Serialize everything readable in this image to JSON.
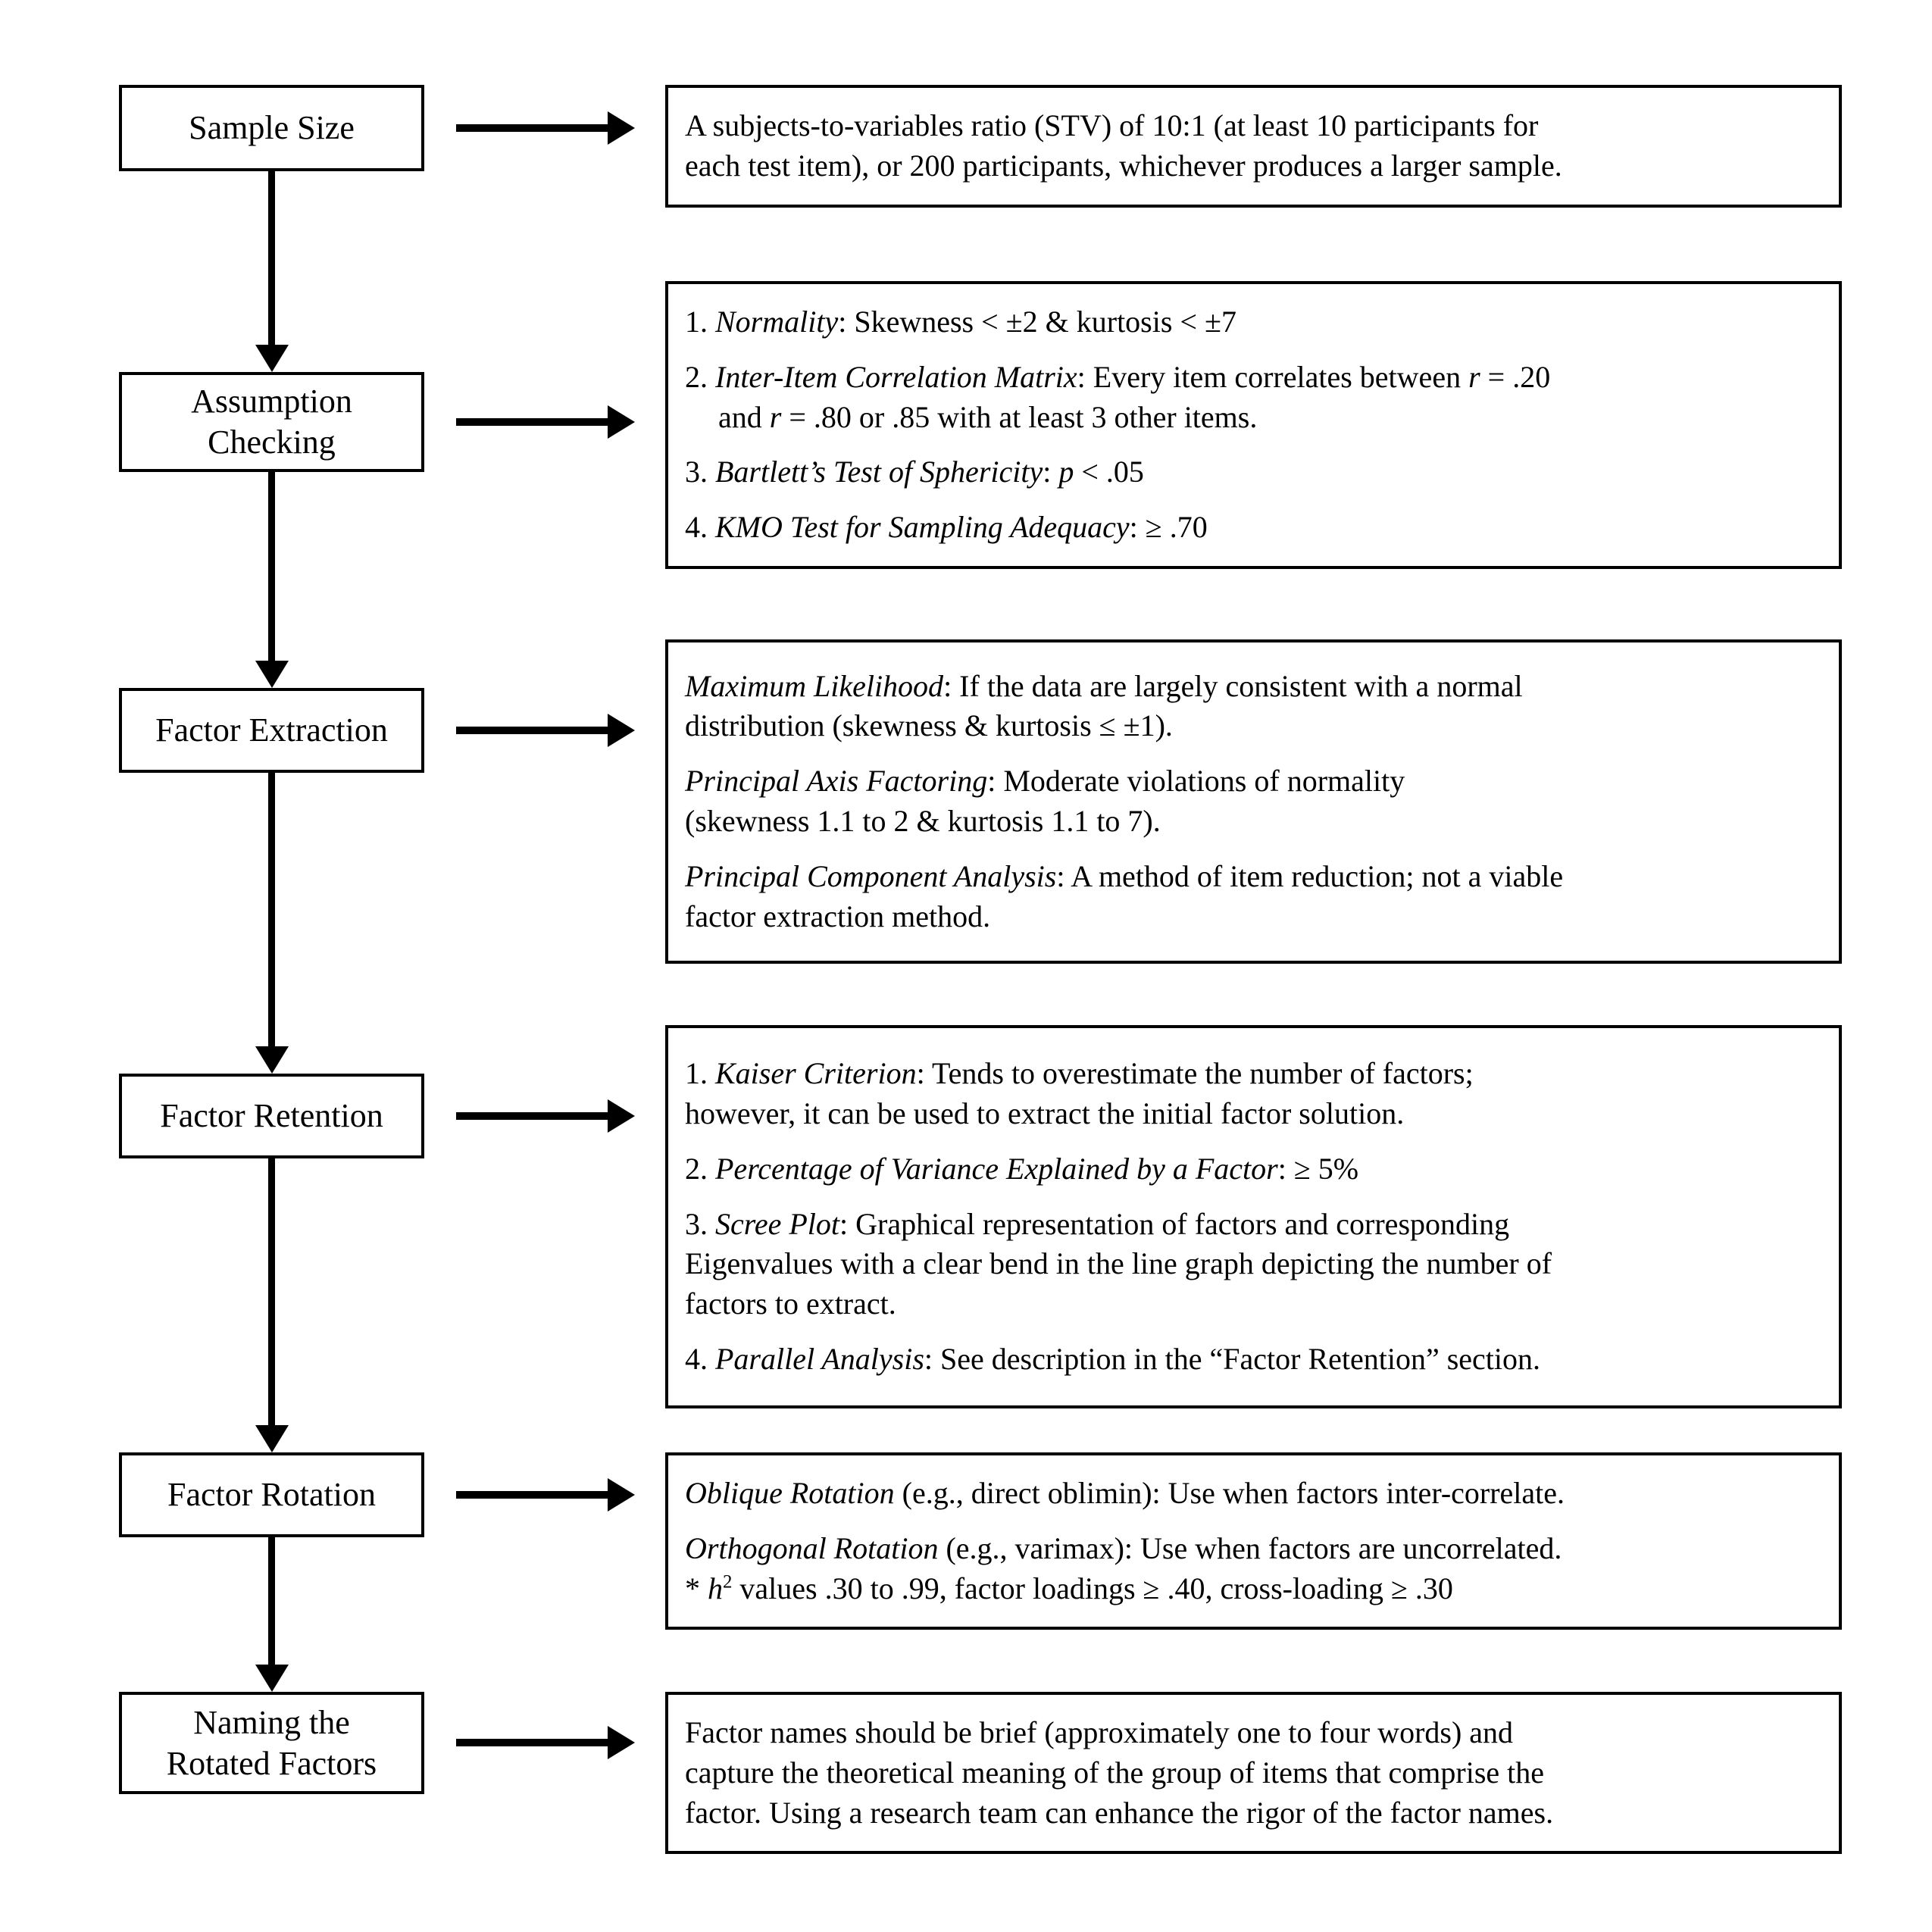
{
  "diagram": {
    "colors": {
      "line": "#000000",
      "background": "#ffffff",
      "text": "#000000"
    },
    "steps": [
      {
        "label": "Sample Size",
        "paras": [
          {
            "seg": [
              {
                "t": "A subjects-to-variables ratio (STV) of 10:1 (at least 10 participants for"
              },
              {
                "br": true
              },
              {
                "t": "each test item), or 200 participants, whichever produces a larger sample."
              }
            ]
          }
        ]
      },
      {
        "label": "Assumption Checking",
        "paras": [
          {
            "seg": [
              {
                "t": "1. "
              },
              {
                "t": "Normality",
                "i": true
              },
              {
                "t": ": Skewness < ±2 & kurtosis < ±7"
              }
            ]
          },
          {
            "hang": true,
            "seg": [
              {
                "t": "2. "
              },
              {
                "t": "Inter-Item Correlation Matrix",
                "i": true
              },
              {
                "t": ": Every item correlates between "
              },
              {
                "t": "r",
                "i": true
              },
              {
                "t": " = .20"
              },
              {
                "br": true
              },
              {
                "t": "and "
              },
              {
                "t": "r",
                "i": true
              },
              {
                "t": " = .80 or .85 with at least 3 other items."
              }
            ]
          },
          {
            "seg": [
              {
                "t": "3. "
              },
              {
                "t": "Bartlett’s Test of Sphericity",
                "i": true
              },
              {
                "t": ": "
              },
              {
                "t": "p",
                "i": true
              },
              {
                "t": " < .05"
              }
            ]
          },
          {
            "seg": [
              {
                "t": "4. "
              },
              {
                "t": "KMO Test for Sampling Adequacy",
                "i": true
              },
              {
                "t": ": ≥ .70"
              }
            ]
          }
        ]
      },
      {
        "label": "Factor Extraction",
        "paras": [
          {
            "seg": [
              {
                "t": "Maximum Likelihood",
                "i": true
              },
              {
                "t": ": If the data are largely consistent with a normal"
              },
              {
                "br": true
              },
              {
                "t": "distribution (skewness & kurtosis ≤ ±1)."
              }
            ]
          },
          {
            "seg": [
              {
                "t": "Principal Axis Factoring",
                "i": true
              },
              {
                "t": ": Moderate violations of normality"
              },
              {
                "br": true
              },
              {
                "t": "(skewness 1.1 to 2 & kurtosis 1.1 to 7)."
              }
            ]
          },
          {
            "seg": [
              {
                "t": "Principal Component Analysis",
                "i": true
              },
              {
                "t": ": A method of item reduction; not a viable"
              },
              {
                "br": true
              },
              {
                "t": "factor extraction method."
              }
            ]
          }
        ]
      },
      {
        "label": "Factor Retention",
        "paras": [
          {
            "seg": [
              {
                "t": "1. "
              },
              {
                "t": "Kaiser Criterion",
                "i": true
              },
              {
                "t": ": Tends to overestimate the number of factors;"
              },
              {
                "br": true
              },
              {
                "t": "however, it can be used to extract the initial factor solution."
              }
            ]
          },
          {
            "seg": [
              {
                "t": "2. "
              },
              {
                "t": "Percentage of Variance Explained by a Factor",
                "i": true
              },
              {
                "t": ": ≥ 5%"
              }
            ]
          },
          {
            "seg": [
              {
                "t": "3. "
              },
              {
                "t": "Scree Plot",
                "i": true
              },
              {
                "t": ": Graphical representation of factors and corresponding"
              },
              {
                "br": true
              },
              {
                "t": "Eigenvalues with a clear bend in the line graph depicting the number of"
              },
              {
                "br": true
              },
              {
                "t": "factors to extract."
              }
            ]
          },
          {
            "seg": [
              {
                "t": "4. "
              },
              {
                "t": "Parallel Analysis",
                "i": true
              },
              {
                "t": ": See description in the “Factor Retention” section."
              }
            ]
          }
        ]
      },
      {
        "label": "Factor Rotation",
        "paras": [
          {
            "seg": [
              {
                "t": "Oblique Rotation",
                "i": true
              },
              {
                "t": " (e.g., direct oblimin): Use when factors inter-correlate."
              }
            ]
          },
          {
            "seg": [
              {
                "t": "Orthogonal Rotation",
                "i": true
              },
              {
                "t": " (e.g., varimax): Use when factors are uncorrelated."
              },
              {
                "br": true
              },
              {
                "t": "* "
              },
              {
                "t": "h",
                "i": true
              },
              {
                "t": "2",
                "sup": true
              },
              {
                "t": " values .30 to .99, factor loadings ≥ .40, cross-loading ≥ .30"
              }
            ]
          }
        ]
      },
      {
        "label": "Naming the Rotated Factors",
        "paras": [
          {
            "seg": [
              {
                "t": "Factor names should be brief (approximately one to four words) and"
              },
              {
                "br": true
              },
              {
                "t": "capture the theoretical meaning of the group of items that comprise the"
              },
              {
                "br": true
              },
              {
                "t": "factor. Using a research team can enhance the rigor of the factor names."
              }
            ]
          }
        ]
      }
    ]
  }
}
